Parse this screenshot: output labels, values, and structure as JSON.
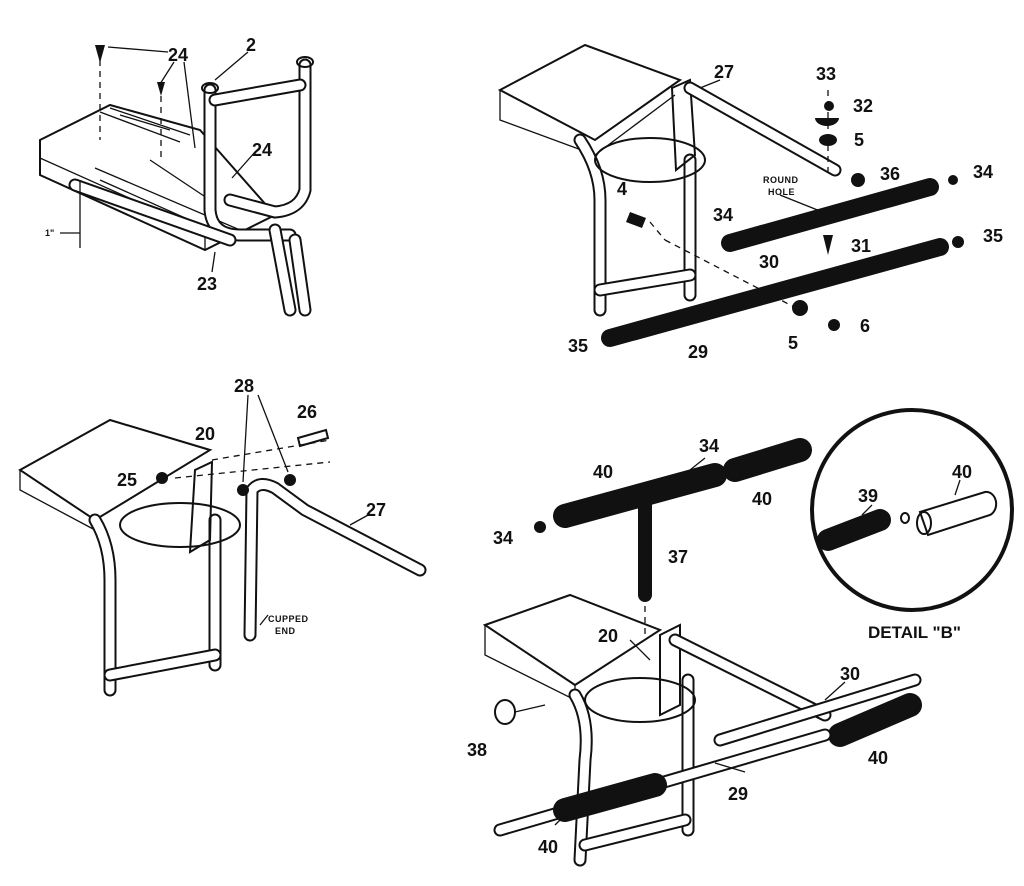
{
  "diagram": {
    "quadrant_top_left": {
      "callouts": [
        "24",
        "2",
        "24",
        "23"
      ],
      "dimension": "1\""
    },
    "quadrant_top_right": {
      "callouts": [
        "27",
        "33",
        "32",
        "5",
        "36",
        "34",
        "4",
        "34",
        "30",
        "31",
        "35",
        "35",
        "29",
        "5",
        "6"
      ],
      "note_round_hole": [
        "ROUND",
        "HOLE"
      ]
    },
    "quadrant_bottom_left": {
      "callouts": [
        "28",
        "26",
        "20",
        "25",
        "27"
      ],
      "note_cupped_end": [
        "CUPPED",
        "END"
      ]
    },
    "quadrant_bottom_right": {
      "callouts": [
        "34",
        "40",
        "40",
        "34",
        "37",
        "20",
        "30",
        "38",
        "40",
        "29",
        "40"
      ]
    },
    "detail_b": {
      "title": "DETAIL \"B\"",
      "callouts": [
        "39",
        "40"
      ]
    }
  }
}
